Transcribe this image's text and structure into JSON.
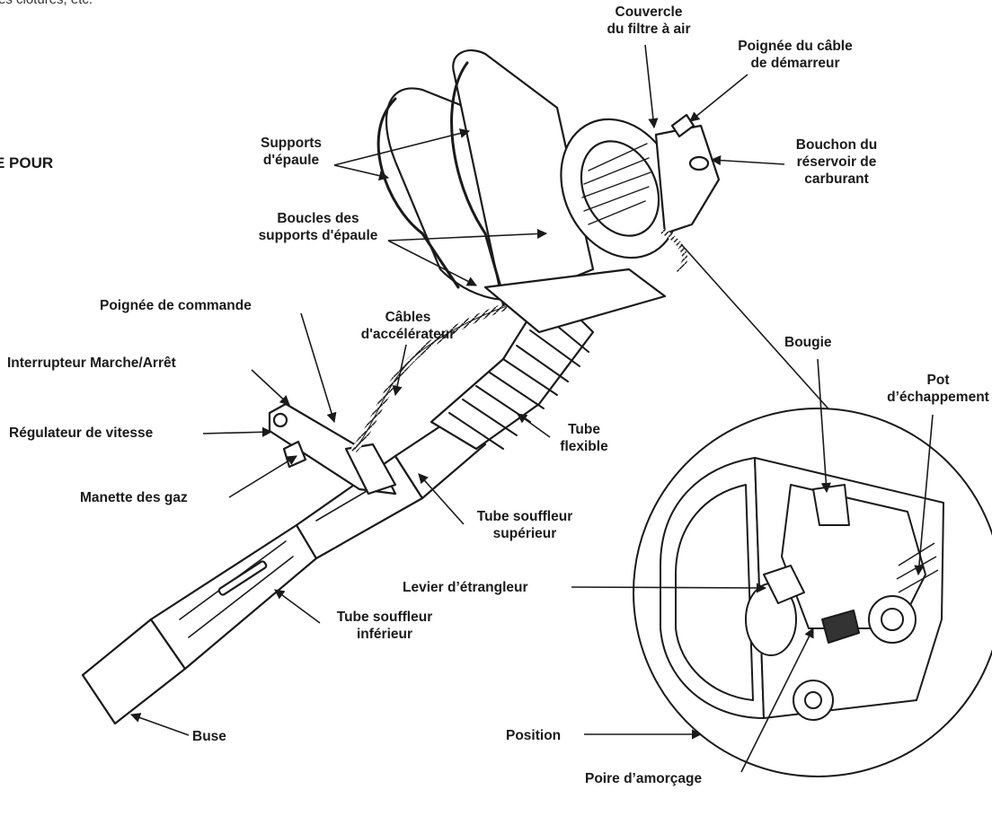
{
  "header": {
    "clipped_text": "es clotures, etc.",
    "clipped_heading": "E POUR"
  },
  "labels": {
    "couvercle": [
      "Couvercle",
      "du filtre à air"
    ],
    "poignee_cable": [
      "Poignée du câble",
      "de démarreur"
    ],
    "bouchon": [
      "Bouchon du",
      "réservoir de",
      "carburant"
    ],
    "supports": [
      "Supports",
      "d'épaule"
    ],
    "boucles": [
      "Boucles des",
      "supports d'épaule"
    ],
    "poignee_commande": "Poignée de commande",
    "cables": [
      "Câbles",
      "d'accélérateur"
    ],
    "interrupteur": "Interrupteur Marche/Arrêt",
    "regulateur": "Régulateur de vitesse",
    "manette": "Manette des gaz",
    "tube_flexible": [
      "Tube",
      "flexible"
    ],
    "tube_superieur": [
      "Tube souffleur",
      "supérieur"
    ],
    "tube_inferieur": [
      "Tube souffleur",
      "inférieur"
    ],
    "buse": "Buse",
    "bougie": "Bougie",
    "pot": [
      "Pot",
      "d’échappement"
    ],
    "levier": "Levier d’étrangleur",
    "position": "Position",
    "poire": "Poire d’amorçage"
  },
  "icons": [
    "leaf-blower-illustration",
    "engine-detail-illustration"
  ]
}
